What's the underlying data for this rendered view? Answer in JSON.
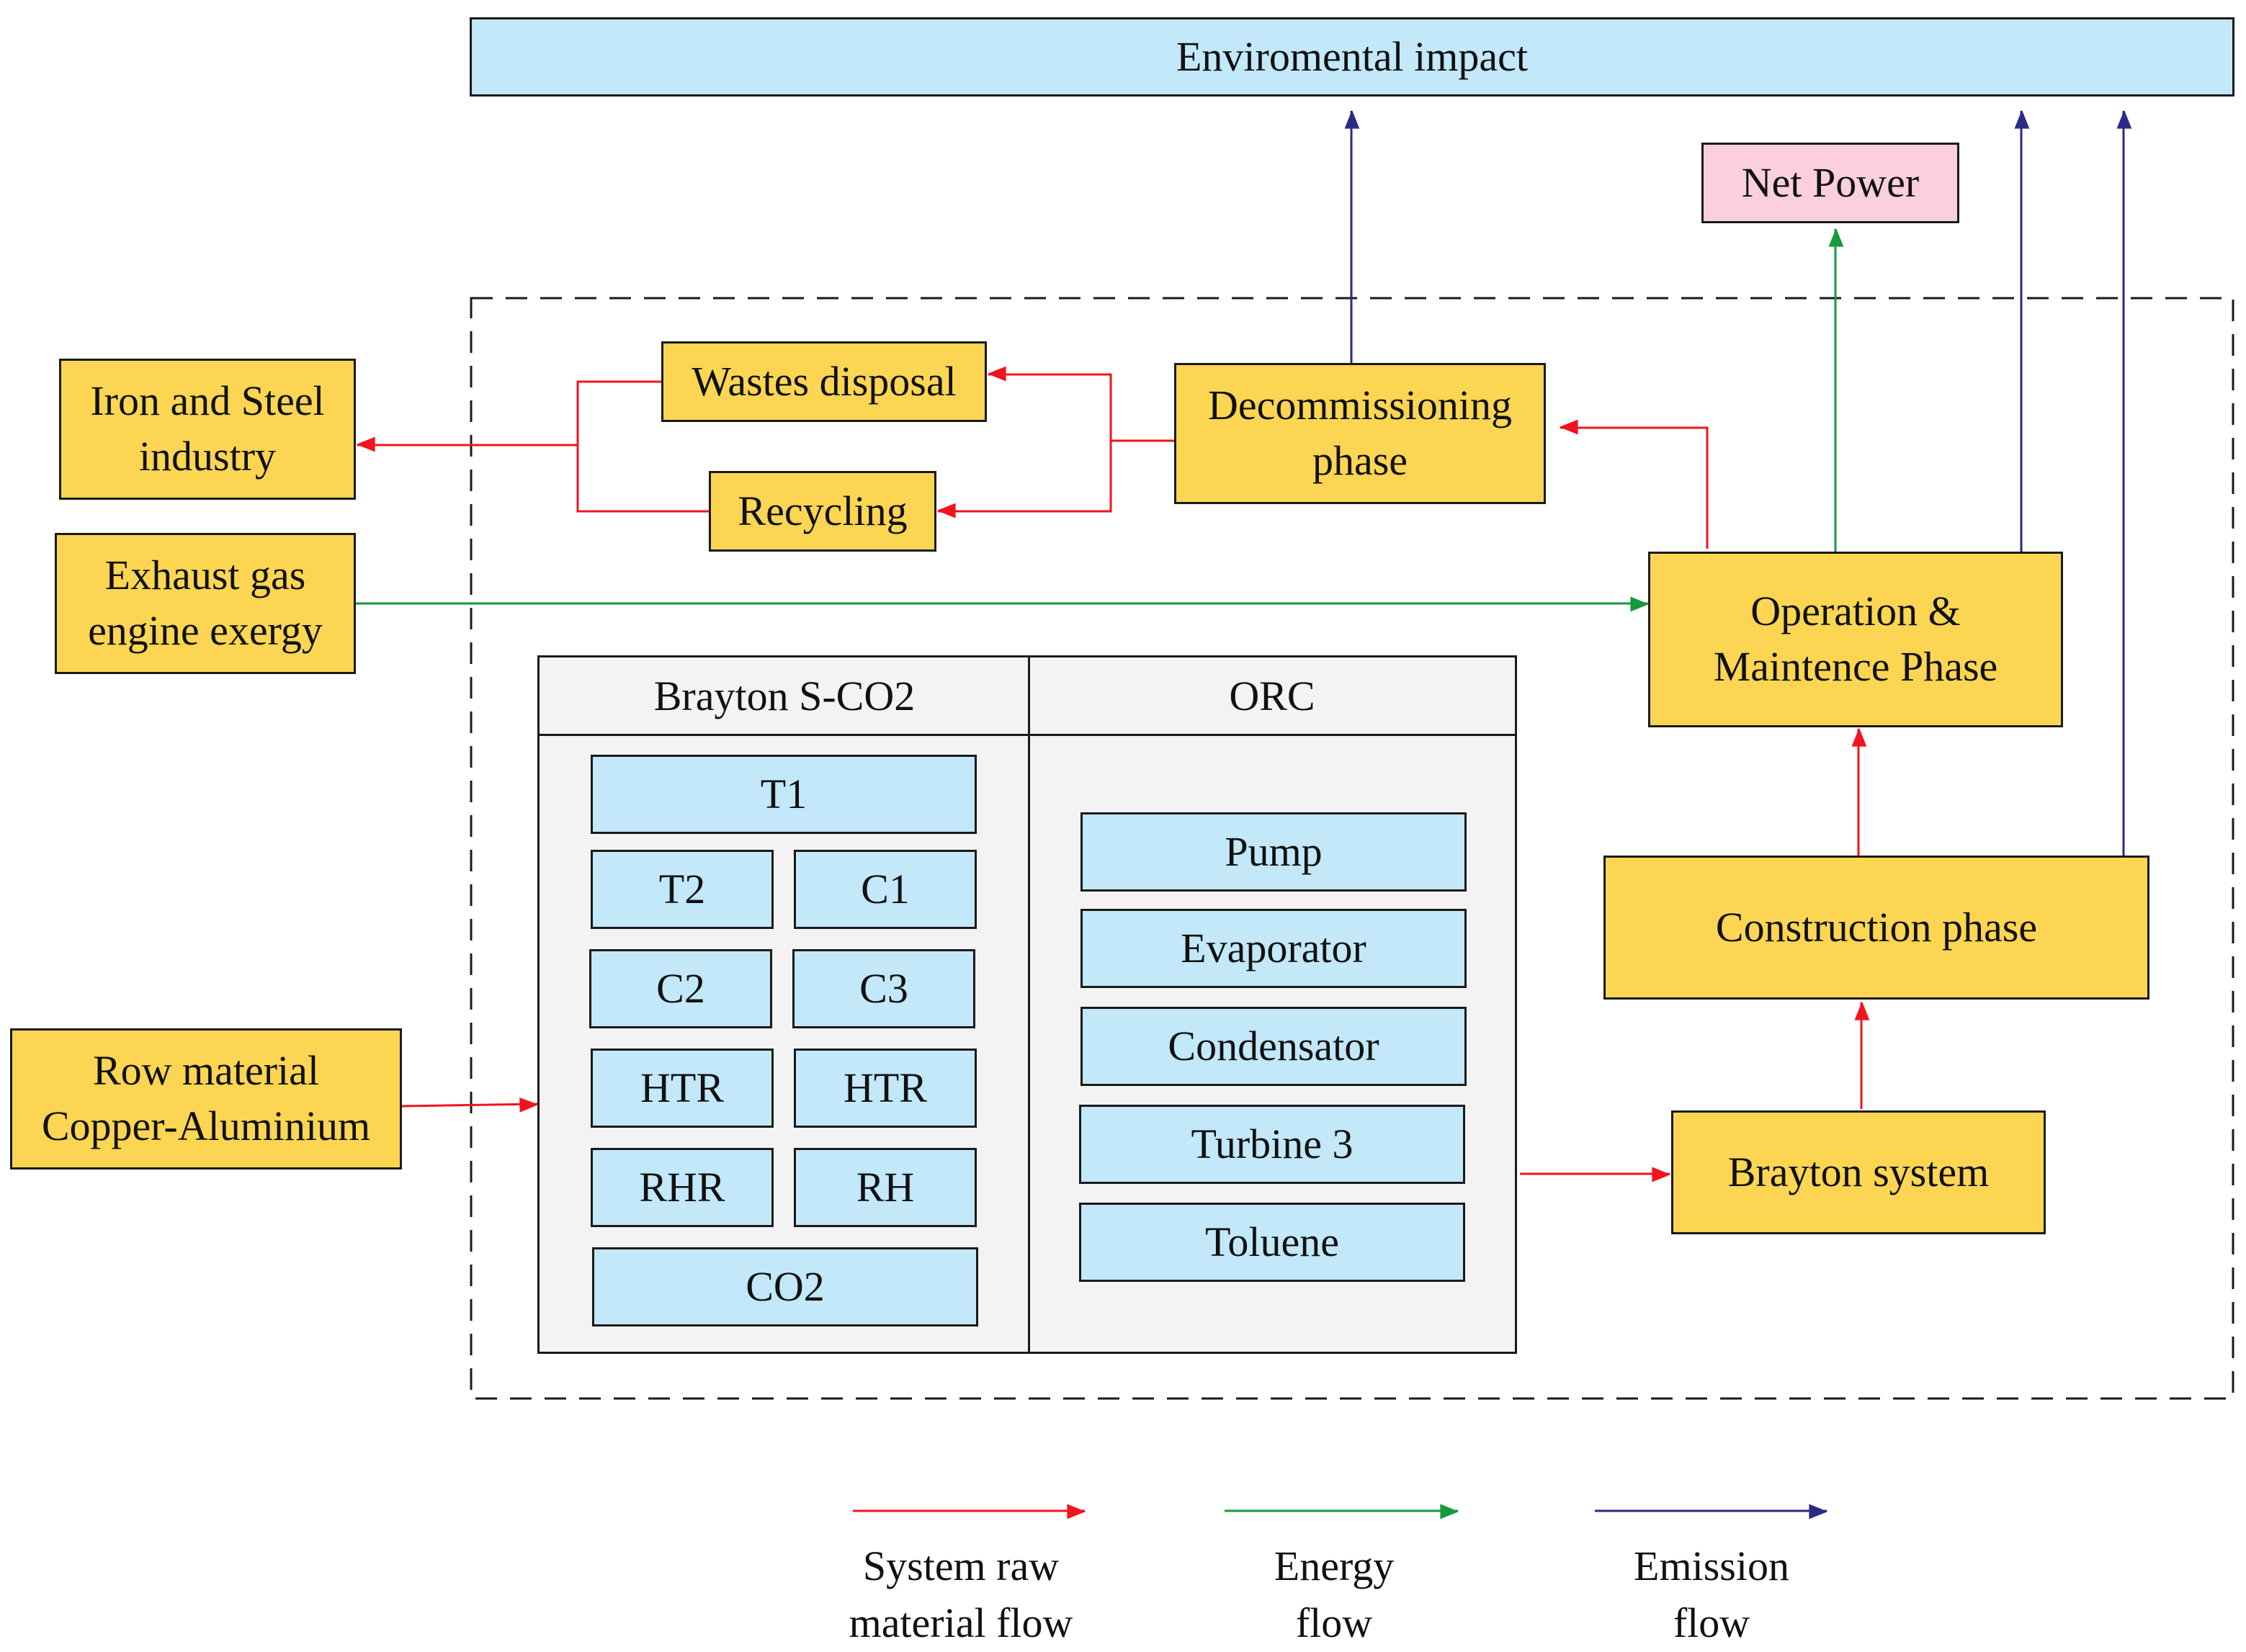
{
  "colors": {
    "material_flow": "#f0141e",
    "energy_flow": "#159a3c",
    "emission_flow": "#2b2a85",
    "phase_fill": "#fcd652",
    "component_fill": "#c2e8f9",
    "net_power_fill": "#fbcfe0"
  },
  "top": {
    "environmental_impact": "Enviromental impact"
  },
  "outputs": {
    "net_power": "Net Power"
  },
  "inputs": {
    "iron_steel": "Iron and Steel\nindustry",
    "exhaust_gas": "Exhaust gas\nengine exergy",
    "raw_material": "Row material\nCopper-Aluminium"
  },
  "end_of_life": {
    "wastes_disposal": "Wastes disposal",
    "recycling": "Recycling"
  },
  "phases": {
    "decommissioning": "Decommissioning\nphase",
    "operation": "Operation &\nMaintence Phase",
    "construction": "Construction phase",
    "brayton_system": "Brayton system"
  },
  "components": {
    "brayton_title": "Brayton S-CO2",
    "orc_title": "ORC",
    "brayton": {
      "t1": "T1",
      "t2": "T2",
      "c1": "C1",
      "c2": "C2",
      "c3": "C3",
      "htr_left": "HTR",
      "htr_right": "HTR",
      "rhr": "RHR",
      "rh": "RH",
      "co2": "CO2"
    },
    "orc": {
      "pump": "Pump",
      "evaporator": "Evaporator",
      "condensator": "Condensator",
      "turbine3": "Turbine 3",
      "toluene": "Toluene"
    }
  },
  "legend": {
    "material": "System raw\nmaterial flow",
    "energy": "Energy\nflow",
    "emission": "Emission\nflow"
  }
}
